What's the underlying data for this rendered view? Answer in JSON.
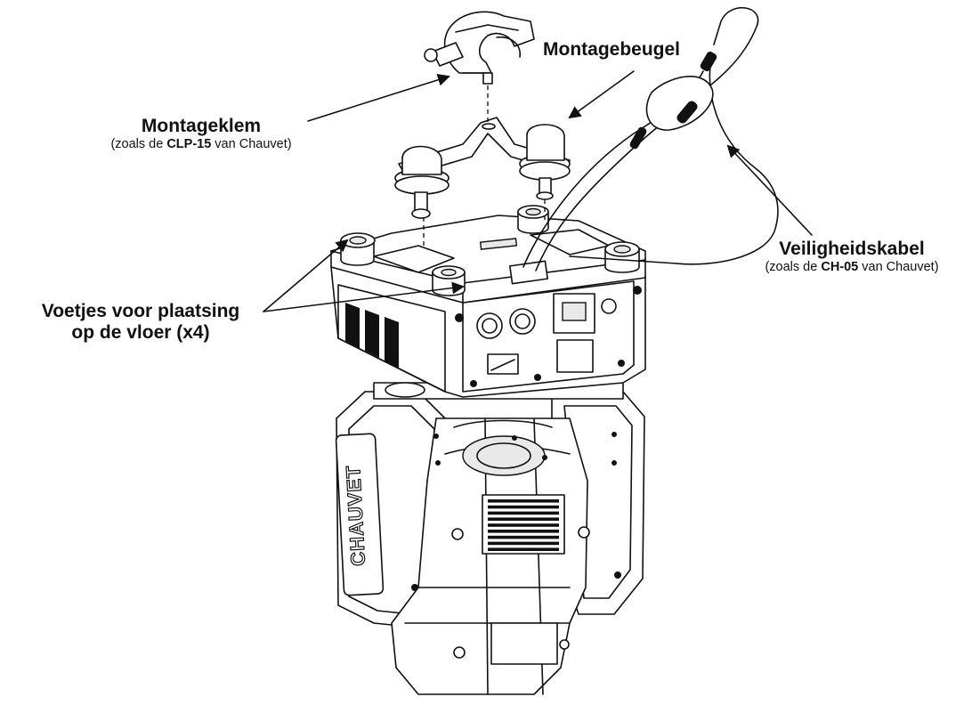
{
  "labels": {
    "mounting_clamp": {
      "title": "Montageklem",
      "note_prefix": "(zoals de ",
      "note_model": "CLP-15",
      "note_suffix": " van Chauvet)"
    },
    "mounting_bracket": {
      "title": "Montagebeugel"
    },
    "safety_cable": {
      "title": "Veiligheidskabel",
      "note_prefix": "(zoals de ",
      "note_model": "CH-05",
      "note_suffix": " van Chauvet)"
    },
    "floor_feet": {
      "line1": "Voetjes voor plaatsing",
      "line2": "op de vloer (x4)"
    }
  },
  "fixture": {
    "logo_text": "CHAUVET"
  }
}
